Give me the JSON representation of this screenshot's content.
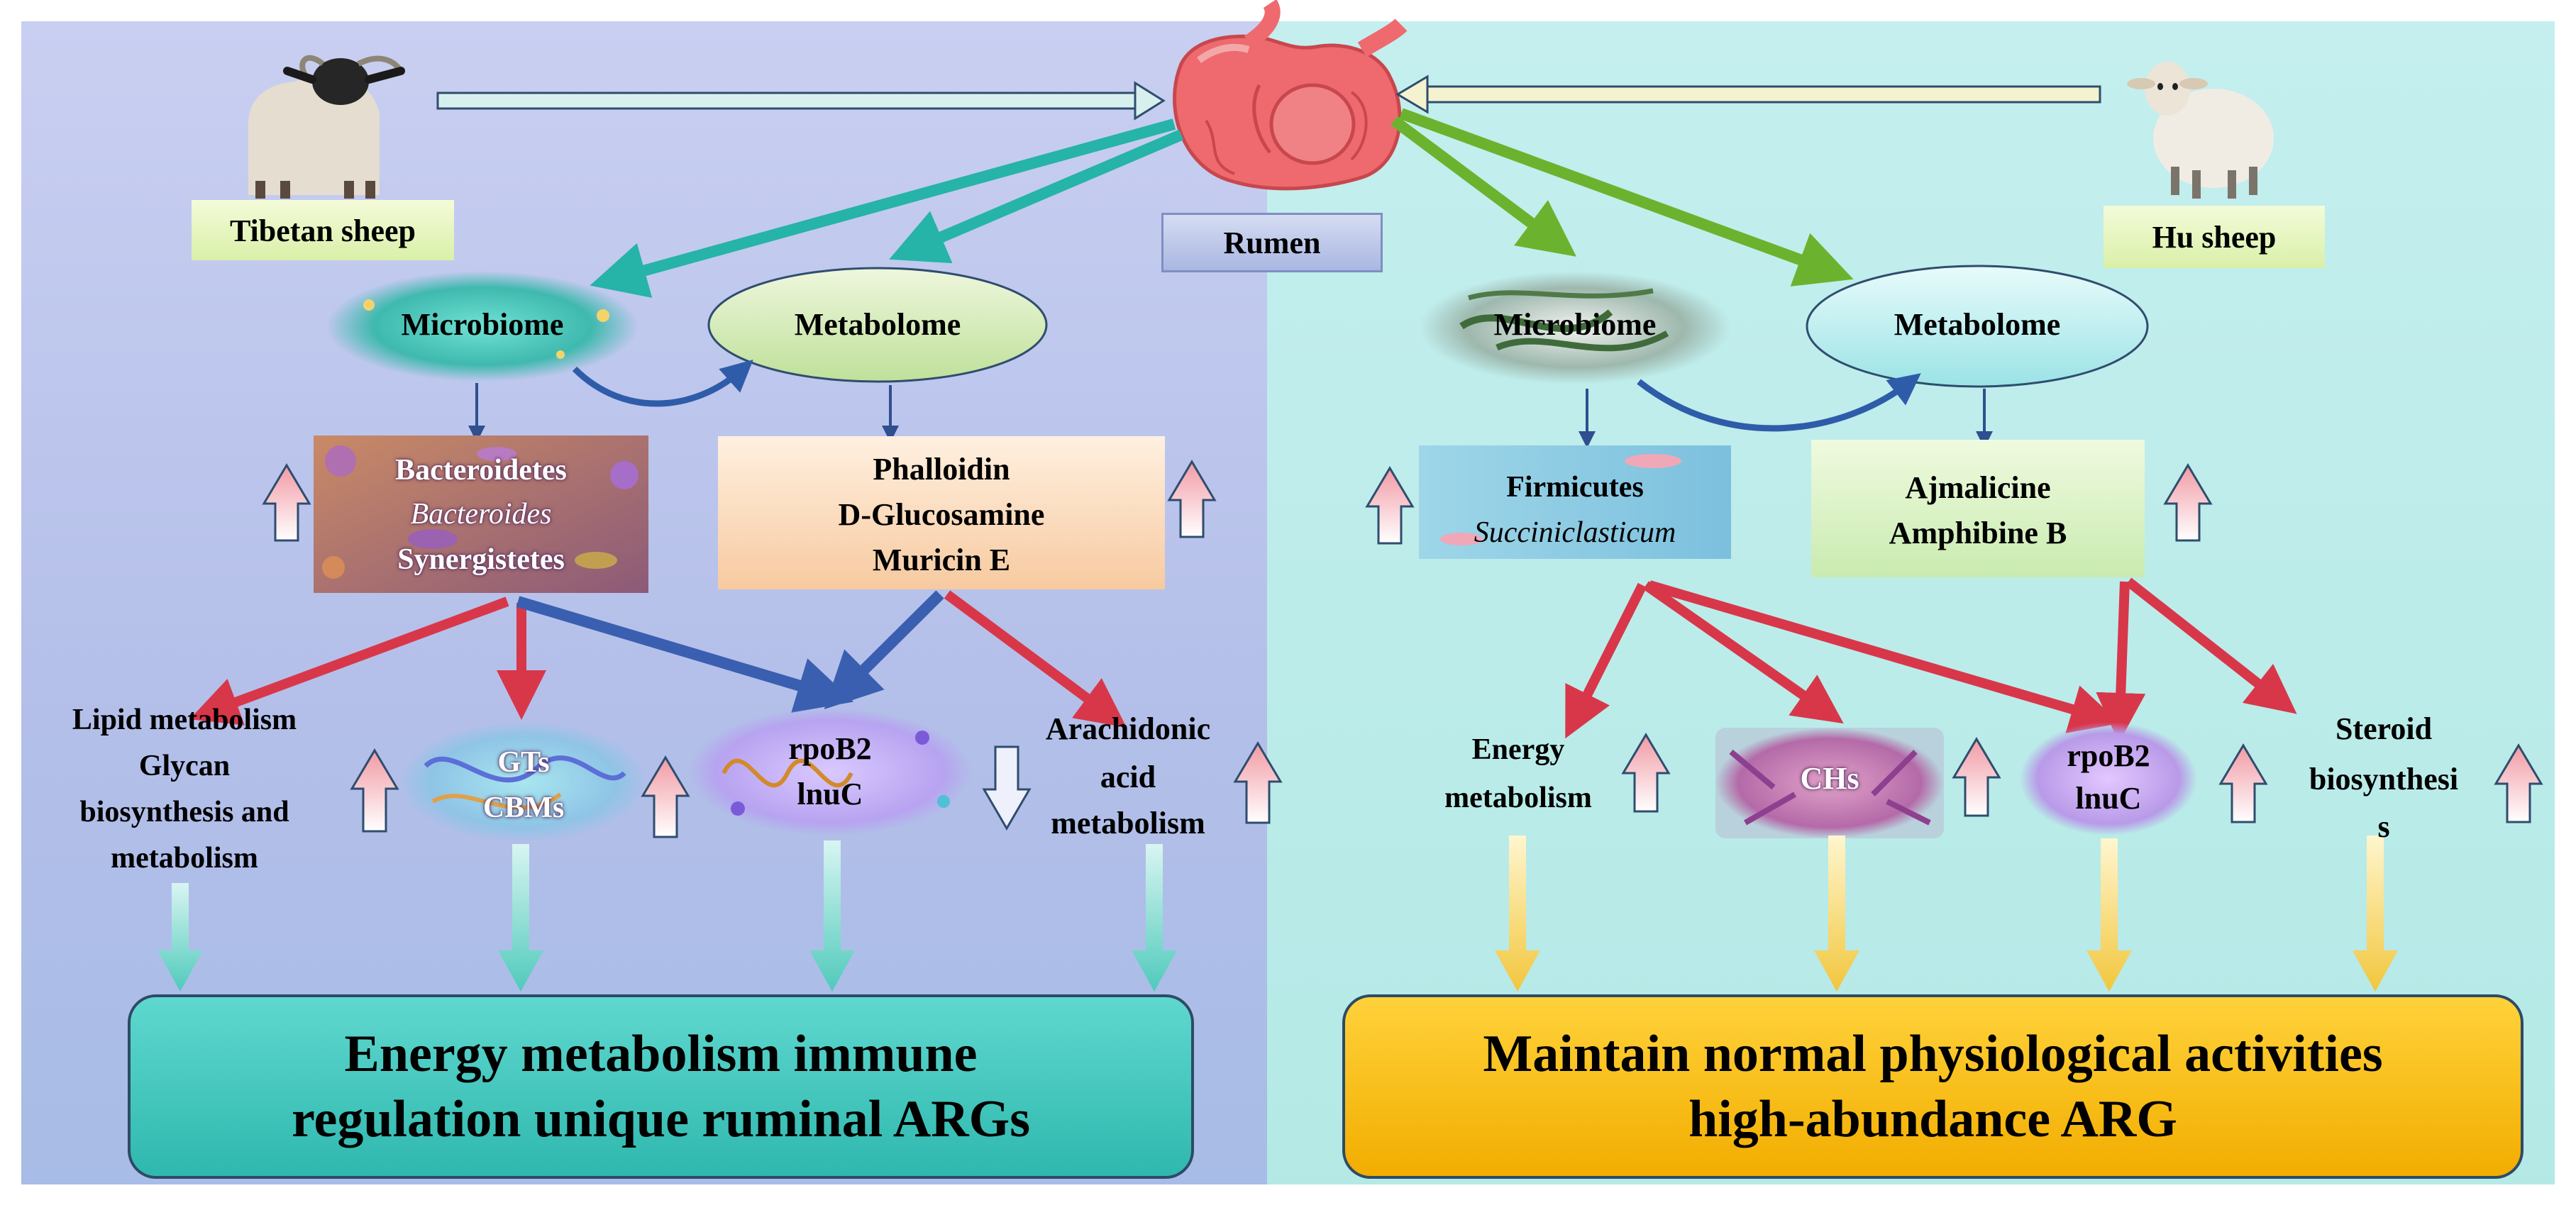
{
  "left": {
    "host": "Tibetan sheep",
    "microbiome": "Microbiome",
    "metabolome": "Metabolome",
    "taxa": [
      "Bacteroidetes",
      "Bacteroides",
      "Synergistetes"
    ],
    "metabolites": [
      "Phalloidin",
      "D-Glucosamine",
      "Muricin E"
    ],
    "pathway_lipid": [
      "Lipid metabolism",
      "Glycan",
      "biosynthesis and",
      "metabolism"
    ],
    "enzymes": [
      "GTs",
      "CBMs"
    ],
    "args": [
      "rpoB2",
      "lnuC"
    ],
    "pathway_arachidonic": [
      "Arachidonic",
      "acid",
      "metabolism"
    ],
    "outcome": [
      "Energy metabolism  immune",
      "regulation  unique ruminal ARGs"
    ]
  },
  "center": {
    "organ": "Rumen"
  },
  "right": {
    "host": "Hu sheep",
    "microbiome": "Microbiome",
    "metabolome": "Metabolome",
    "taxa": [
      "Firmicutes",
      "Succiniclasticum"
    ],
    "metabolites": [
      "Ajmalicine",
      "Amphibine B"
    ],
    "pathway_energy": [
      "Energy",
      "metabolism"
    ],
    "enzymes": [
      "CHs"
    ],
    "args": [
      "rpoB2",
      "lnuC"
    ],
    "pathway_steroid": [
      "Steroid",
      "biosynthesi",
      "s"
    ],
    "outcome": [
      "Maintain normal physiological activities",
      "high-abundance ARG"
    ]
  },
  "colors": {
    "left_bg_top": "#c5ccf0",
    "left_bg_bottom": "#a9b8e6",
    "right_bg": "#b9ecea",
    "left_outcome": "#3dc9c0",
    "right_outcome": "#f5b800",
    "teal_arrow": "#26b3a8",
    "green_arrow": "#6bb32e",
    "blue_arrow": "#3a5fb0",
    "red_arrow": "#d8374a",
    "yellow_arrow": "#f3cf4f"
  }
}
